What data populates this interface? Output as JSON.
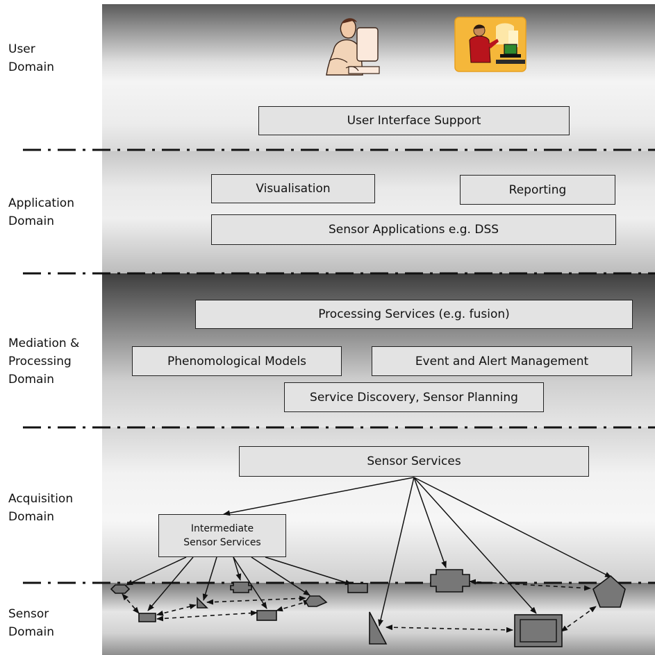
{
  "domains": {
    "user": "User\nDomain",
    "application": "Application\nDomain",
    "mediation": "Mediation &\nProcessing\nDomain",
    "acquisition": "Acquisition\nDomain",
    "sensor": "Sensor\nDomain"
  },
  "boxes": {
    "user_interface_support": "User Interface Support",
    "visualisation": "Visualisation",
    "reporting": "Reporting",
    "sensor_applications": "Sensor Applications e.g. DSS",
    "processing_services": "Processing Services (e.g. fusion)",
    "phenomological_models": "Phenomological Models",
    "event_alert_management": "Event and Alert Management",
    "service_discovery": "Service Discovery, Sensor Planning",
    "sensor_services": "Sensor Services",
    "intermediate_sensor_services": "Intermediate\nSensor Services"
  },
  "icons": {
    "user_at_computer": "person-at-computer-icon",
    "user_with_laptop": "person-with-laptop-icon"
  },
  "colors": {
    "box_fill": "#e3e3e3",
    "sensor_fill": "#777777",
    "line": "#111111"
  }
}
